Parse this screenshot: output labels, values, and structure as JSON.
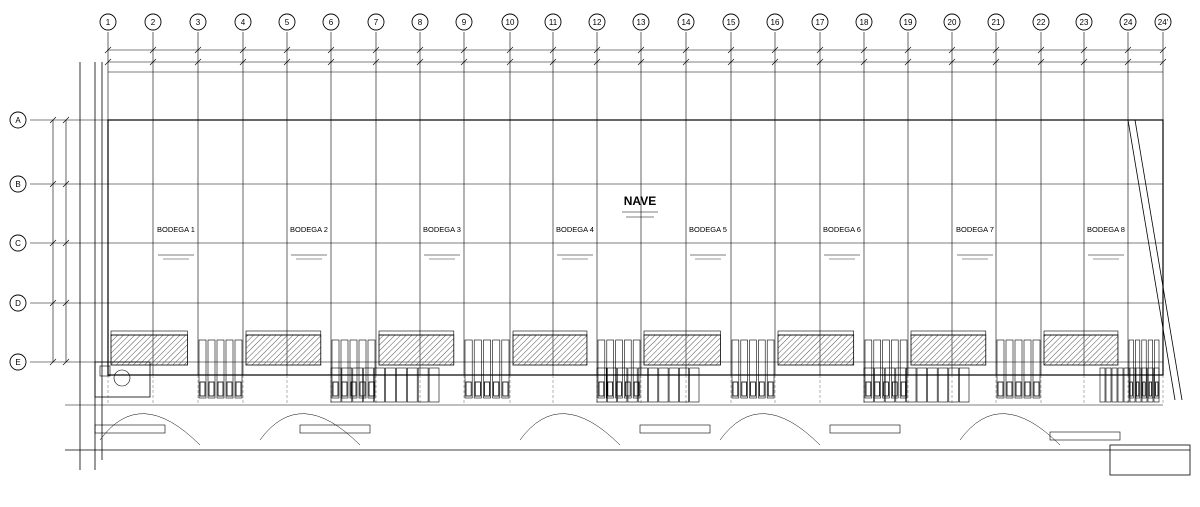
{
  "plan": {
    "title": "NAVE",
    "column_labels": [
      "1",
      "2",
      "3",
      "4",
      "5",
      "6",
      "7",
      "8",
      "9",
      "10",
      "11",
      "12",
      "13",
      "14",
      "15",
      "16",
      "17",
      "18",
      "19",
      "20",
      "21",
      "22",
      "23",
      "24",
      "24'"
    ],
    "row_labels": [
      "A",
      "B",
      "C",
      "D",
      "E"
    ],
    "bays": [
      {
        "label": "BODEGA 1"
      },
      {
        "label": "BODEGA 2"
      },
      {
        "label": "BODEGA 3"
      },
      {
        "label": "BODEGA 4"
      },
      {
        "label": "BODEGA 5"
      },
      {
        "label": "BODEGA 6"
      },
      {
        "label": "BODEGA 7"
      },
      {
        "label": "BODEGA 8"
      }
    ],
    "colors": {
      "line": "#000000",
      "background": "#ffffff",
      "hatch": "#555555"
    }
  }
}
